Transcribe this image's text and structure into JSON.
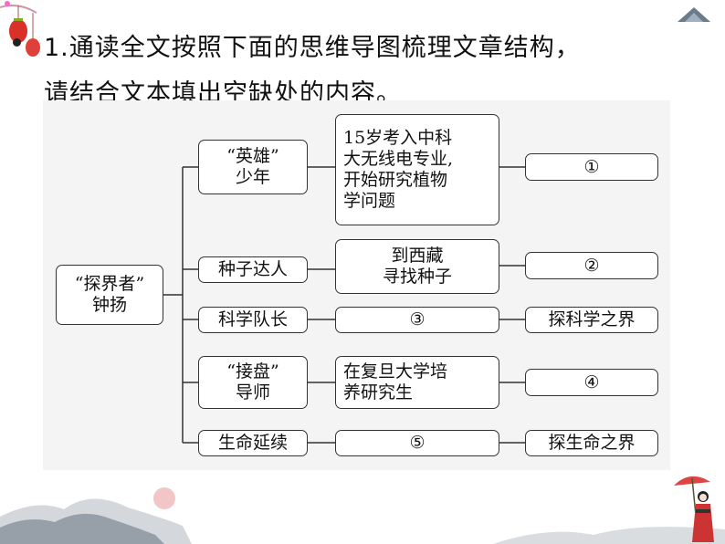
{
  "question": {
    "line1": "1.通读全文按照下面的思维导图梳理文章结构，",
    "line2": "请结合文本填出空缺处的内容。"
  },
  "mindmap": {
    "root": "“探界者”\n钟扬",
    "branches": [
      {
        "label": "“英雄”\n少年",
        "detail": "15岁考入中科\n大无线电专业,\n开始研究植物\n学问题",
        "result": "①"
      },
      {
        "label": "种子达人",
        "detail": "到西藏\n寻找种子",
        "result": "②"
      },
      {
        "label": "科学队长",
        "detail": "③",
        "result": "探科学之界"
      },
      {
        "label": "“接盘”\n导师",
        "detail": "在复旦大学培\n养研究生",
        "result": "④"
      },
      {
        "label": "生命延续",
        "detail": "⑤",
        "result": "探生命之界"
      }
    ]
  },
  "decorations": [
    "lantern-icon",
    "mountain-landscape",
    "girl-with-umbrella-figure",
    "small-mountain-icon"
  ]
}
